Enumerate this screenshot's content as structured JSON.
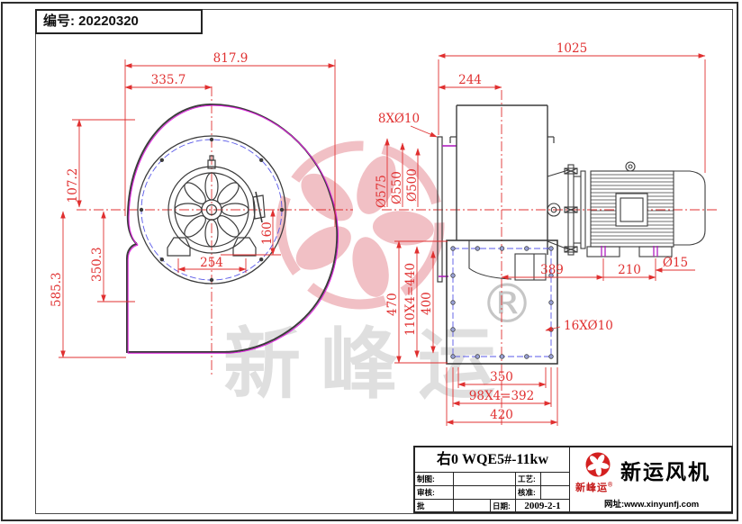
{
  "page": {
    "serial": "编号: 20220320"
  },
  "front_view": {
    "dim_total_width": "817.9",
    "dim_center_width": "335.7",
    "dim_top_height": "107.2",
    "dim_total_height": "585.3",
    "dim_center_height": "350.3",
    "dim_feet_span": "254",
    "dim_feet_offset": "160"
  },
  "side_view": {
    "dim_total_length": "1025",
    "dim_inlet_depth": "244",
    "label_inlet_holes": "8XØ10",
    "dim_flange_od": "Ø575",
    "dim_bolt_circle": "Ø550",
    "dim_inlet_dia": "Ø500",
    "dim_outlet_flange_h": "470",
    "dim_outlet_bolts_v": "110X4=440",
    "dim_outlet_open_h": "400",
    "label_outlet_holes": "16XØ10",
    "dim_outlet_open_w": "350",
    "dim_outlet_bolts_w": "98X4=392",
    "dim_outlet_flange_w": "420",
    "dim_center_to_foot": "389",
    "dim_foot_span": "210",
    "dim_foot_hole": "Ø15"
  },
  "title_block": {
    "title": "右0 WQE5#-11kw",
    "fields": {
      "drawn_label": "制图:",
      "checked_label": "审核:",
      "approve_label": "批",
      "process_label": "工艺:",
      "verify_label": "核准:",
      "date_label": "日期:",
      "date_value": "2009-2-1"
    }
  },
  "company": {
    "name": "新运风机",
    "brand": "新峰运",
    "brand_reg": "®",
    "website": "网址:www.xinyunfj.com"
  },
  "watermark": {
    "brand": "新峰运",
    "registered": "®"
  },
  "colors": {
    "dimension": "#e03030",
    "outline": "#3c3c3c",
    "volute": "#e020e0",
    "bolt_line": "#5858e8",
    "weld": "#b020c0",
    "watermark_pink": "#efb6bb",
    "logo_red": "#d42020"
  }
}
